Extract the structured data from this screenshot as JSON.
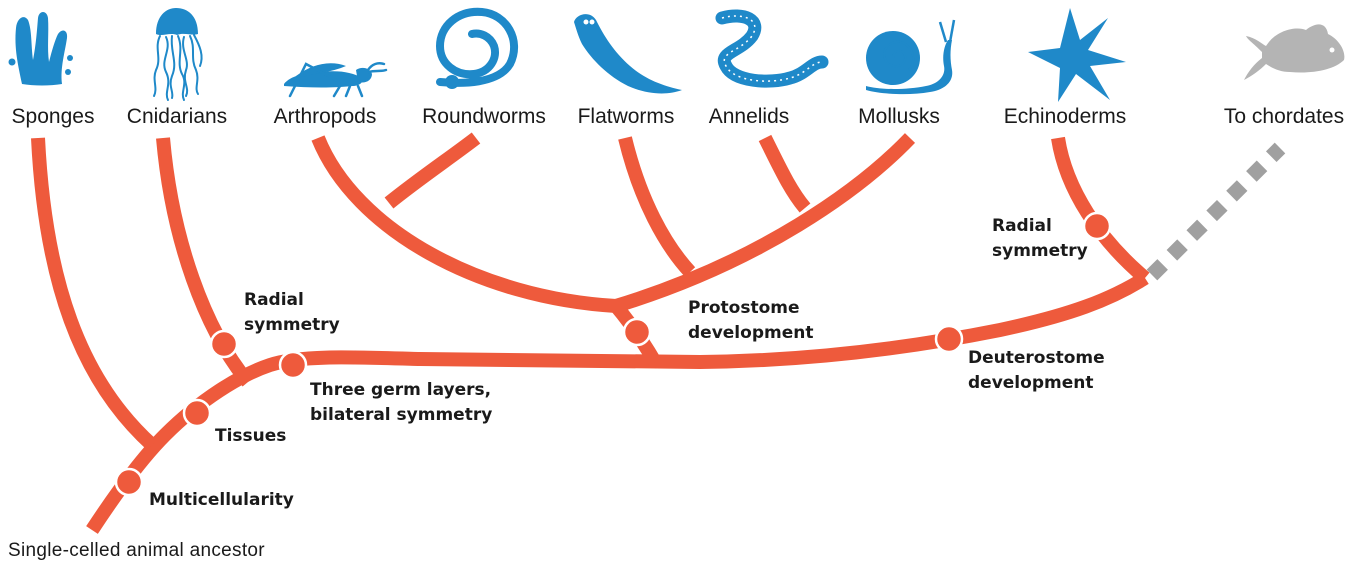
{
  "colors": {
    "branch": "#ee5a3c",
    "marker": "#ee5a3c",
    "chordate_branch": "#a0a0a0",
    "icon": "#1f89c9",
    "fish_icon": "#b4b4b4",
    "text": "#1a1a1a"
  },
  "taxa": [
    {
      "label": "Sponges",
      "icon": "sponge-icon"
    },
    {
      "label": "Cnidarians",
      "icon": "jellyfish-icon"
    },
    {
      "label": "Arthropods",
      "icon": "grasshopper-icon"
    },
    {
      "label": "Roundworms",
      "icon": "roundworm-icon"
    },
    {
      "label": "Flatworms",
      "icon": "flatworm-icon"
    },
    {
      "label": "Annelids",
      "icon": "annelid-icon"
    },
    {
      "label": "Mollusks",
      "icon": "snail-icon"
    },
    {
      "label": "Echinoderms",
      "icon": "starfish-icon"
    },
    {
      "label": "To chordates",
      "icon": "fish-icon"
    }
  ],
  "root_label": "Single-celled animal ancestor",
  "traits": {
    "multicellularity": [
      "Multicellularity"
    ],
    "tissues": [
      "Tissues"
    ],
    "radial_cnidarian": [
      "Radial",
      "symmetry"
    ],
    "three_germ": [
      "Three germ layers,",
      "bilateral symmetry"
    ],
    "protostome": [
      "Protostome",
      "development"
    ],
    "deuterostome": [
      "Deuterostome",
      "development"
    ],
    "radial_echinoderm": [
      "Radial",
      "symmetry"
    ]
  }
}
